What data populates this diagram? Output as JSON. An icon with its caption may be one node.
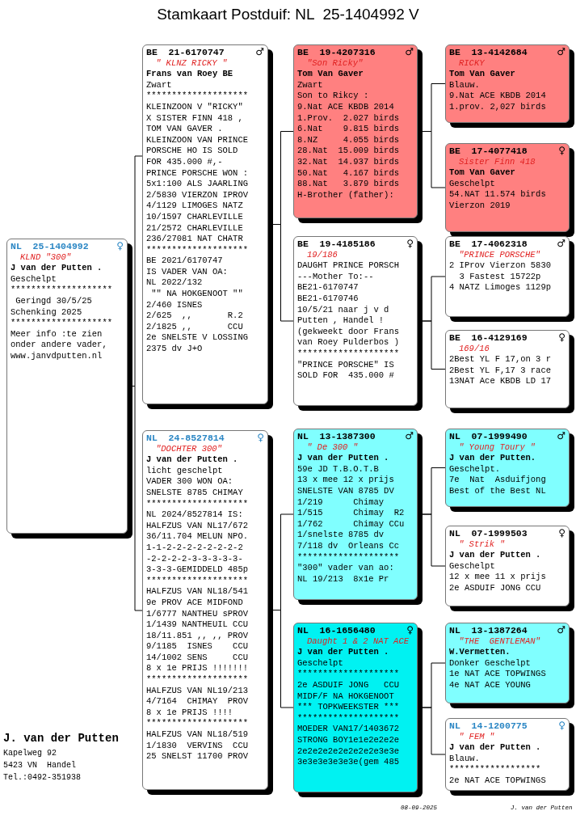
{
  "diagram": {
    "title": "Stamkaart Postduif: NL  25-1404992 V",
    "nodes": [
      {
        "text": [
          "NL  25-1404992",
          "♀",
          "KLND \"300\"",
          "J van der Putten .",
          "Geschelpt",
          "********************",
          " Geringd 30/5/25",
          "Schenking 2025",
          "********************",
          "Meer info :te zien",
          "onder andere vader,",
          "www.janvdputten.nl"
        ]
      },
      {
        "text": [
          "BE  21-6170747",
          "♂",
          "\" KLNZ RICKY \"",
          "Frans van Roey BE",
          "Zwart",
          "********************",
          "KLEINZOON V \"RICKY\"",
          "X SISTER FINN 418 ,",
          "TOM VAN GAVER .",
          "KLEINZOON VAN PRINCE",
          "PORSCHE HO IS SOLD",
          "FOR 435.000 #,-",
          "PRINCE PORSCHE WON :",
          "5x1:100 ALS JAARLING",
          "2/5830 VIERZON IPROV",
          "4/1129 LIMOGES NATZ",
          "10/1597 CHARLEVILLE",
          "21/2572 CHARLEVILLE",
          "236/27081 NAT CHATR",
          "********************",
          "BE 2021/6170747",
          "IS VADER VAN OA:",
          "NL 2022/132",
          " \"\" NA HOKGENOOT \"\"",
          "2/460 ISNES",
          "2/625  ,,       R.2",
          "2/1825 ,,       CCU",
          "2e SNELSTE V LOSSING",
          "2375 dv J+O"
        ]
      },
      {
        "text": [
          "NL  24-8527814",
          "♀",
          "\"DOCHTER 300\"",
          "J van der Putten .",
          "licht geschelpt",
          "VADER 300 WON OA:",
          "SNELSTE 8785 CHIMAY",
          "********************",
          "NL 2024/8527814 IS:",
          "HALFZUS VAN NL17/672",
          "36/11.704 MELUN NPO.",
          "1-1-2-2-2-2-2-2-2-2",
          "-2-2-2-2-3-3-3-3-3-",
          "3-3-3-GEMIDDELD 485p",
          "********************",
          "HALFZUS VAN NL18/541",
          "9e PROV ACE MIDFOND",
          "1/6777 NANTHEU sPROV",
          "1/1439 NANTHEUIL CCU",
          "18/11.851 ,, ,, PROV",
          "9/1185  ISNES    CCU",
          "14/1002 SENS     CCU",
          "8 x 1e PRIJS !!!!!!!",
          "********************",
          "HALFZUS VAN NL19/213",
          "4/7164  CHIMAY  PROV",
          "8 x 1e PRIJS !!!!",
          "********************",
          "HALFZUS VAN NL18/519",
          "1/1830  VERVINS  CCU",
          "25 SNELST 11700 PROV"
        ]
      },
      {
        "text": [
          "BE  19-4207316",
          "♂",
          "\"Son Ricky\"",
          "Tom Van Gaver",
          "Zwart",
          "Son to Rikcy :",
          "9.Nat ACE KBDB 2014",
          "1.Prov.  2.027 birds",
          "6.Nat    9.815 birds",
          "8.NZ     4.055 birds",
          "28.Nat  15.009 birds",
          "32.Nat  14.937 birds",
          "50.Nat   4.167 birds",
          "88.Nat   3.879 birds",
          "H-Brother (father):"
        ]
      },
      {
        "text": [
          "BE  19-4185186",
          "♀",
          "19/186",
          "DAUGHT PRINCE PORSCH",
          "---Mother To:--",
          "BE21-6170747",
          "BE21-6170746",
          "10/5/21 naar j v d",
          "Putten , Handel !",
          "(gekweekt door Frans",
          "van Roey Pulderbos )",
          "********************",
          "\"PRINCE PORSCHE\" IS",
          "SOLD FOR  435.000 #"
        ]
      },
      {
        "text": [
          "NL  13-1387300",
          "♂",
          "\" De 300 \"",
          "J van der Putten .",
          "59e JD T.B.O.T.B",
          "13 x mee 12 x prijs",
          "SNELSTE VAN 8785 DV",
          "1/219      Chimay",
          "1/515      Chimay  R2",
          "1/762      Chimay CCu",
          "1/snelste 8785 dv",
          "7/118 dv  Orleans Cc",
          "********************",
          "\"300\" vader van ao:",
          "NL 19/213  8x1e Pr"
        ]
      },
      {
        "text": [
          "NL  16-1656480",
          "♀",
          "Daught 1 & 2 NAT ACE",
          "J van der Putten .",
          "Geschelpt",
          "********************",
          "2e ASDUIF JONG   CCU",
          "MIDF/F NA HOKGENOOT",
          "*** TOPKWEEKSTER ***",
          "********************",
          "MOEDER VAN17/1403672",
          "STRONG BOY1e1e2e2e2e",
          "2e2e2e2e2e2e2e2e3e3e",
          "3e3e3e3e3e3e(gem 485"
        ]
      },
      {
        "text": [
          "BE  13-4142684",
          "♂",
          "RICKY",
          "Tom Van Gaver",
          "Blauw.",
          "9.Nat ACE KBDB 2014",
          "1.prov. 2,027 birds"
        ]
      },
      {
        "text": [
          "BE  17-4077418",
          "♀",
          "Sister Finn 418",
          "Tom Van Gaver",
          "Geschelpt",
          "54.NAT 11.574 birds",
          "Vierzon 2019"
        ]
      },
      {
        "text": [
          "BE  17-4062318",
          "♂",
          "\"PRINCE PORSCHE\"",
          "2 IProv Vierzon 5830",
          "  3 Fastest 15722p",
          "4 NATZ Limoges 1129p"
        ]
      },
      {
        "text": [
          "BE  16-4129169",
          "♀",
          "169/16",
          "2Best YL F 17,on 3 r",
          "2Best YL F,17 3 race",
          "13NAT Ace KBDB LD 17"
        ]
      },
      {
        "text": [
          "NL  07-1999490",
          "♂",
          "\" Young Toury \"",
          "J van der Putten.",
          "Geschelpt.",
          "7e  Nat  Asduifjong",
          "Best of the Best NL"
        ]
      },
      {
        "text": [
          "NL  07-1999503",
          "♀",
          "\" Strik \"",
          "J van der Putten .",
          "Geschelpt",
          "12 x mee 11 x prijs",
          "2e ASDUIF JONG CCU"
        ]
      },
      {
        "text": [
          "NL  13-1387264",
          "♂",
          "\"THE  GENTLEMAN\"",
          "W.Vermetten.",
          "Donker Geschelpt",
          "1e NAT ACE TOPWINGS",
          "4e NAT ACE YOUNG"
        ]
      },
      {
        "text": [
          "NL  14-1200775",
          "♀",
          "\" FEM \"",
          "J van der Putten .",
          "Blauw.",
          "******************",
          "2e NAT ACE TOPWINGS"
        ]
      }
    ],
    "edges": [
      {
        "from": 0,
        "to": 1,
        "arrow": "none"
      },
      {
        "from": 0,
        "to": 2,
        "arrow": "none"
      },
      {
        "from": 1,
        "to": 3,
        "arrow": "none"
      },
      {
        "from": 1,
        "to": 4,
        "arrow": "none"
      },
      {
        "from": 2,
        "to": 5,
        "arrow": "none"
      },
      {
        "from": 2,
        "to": 6,
        "arrow": "none"
      },
      {
        "from": 3,
        "to": 7,
        "arrow": "none"
      },
      {
        "from": 3,
        "to": 8,
        "arrow": "none"
      },
      {
        "from": 4,
        "to": 9,
        "arrow": "none"
      },
      {
        "from": 4,
        "to": 10,
        "arrow": "none"
      },
      {
        "from": 5,
        "to": 11,
        "arrow": "none"
      },
      {
        "from": 5,
        "to": 12,
        "arrow": "none"
      },
      {
        "from": 6,
        "to": 13,
        "arrow": "none"
      },
      {
        "from": 6,
        "to": 14,
        "arrow": "none"
      }
    ],
    "labels": [
      "J. van der Putten",
      "Kapelweg 92",
      "5423 VN  Handel",
      "Tel.:0492-351938",
      "08-09-2025",
      "J. van der Putten"
    ]
  }
}
